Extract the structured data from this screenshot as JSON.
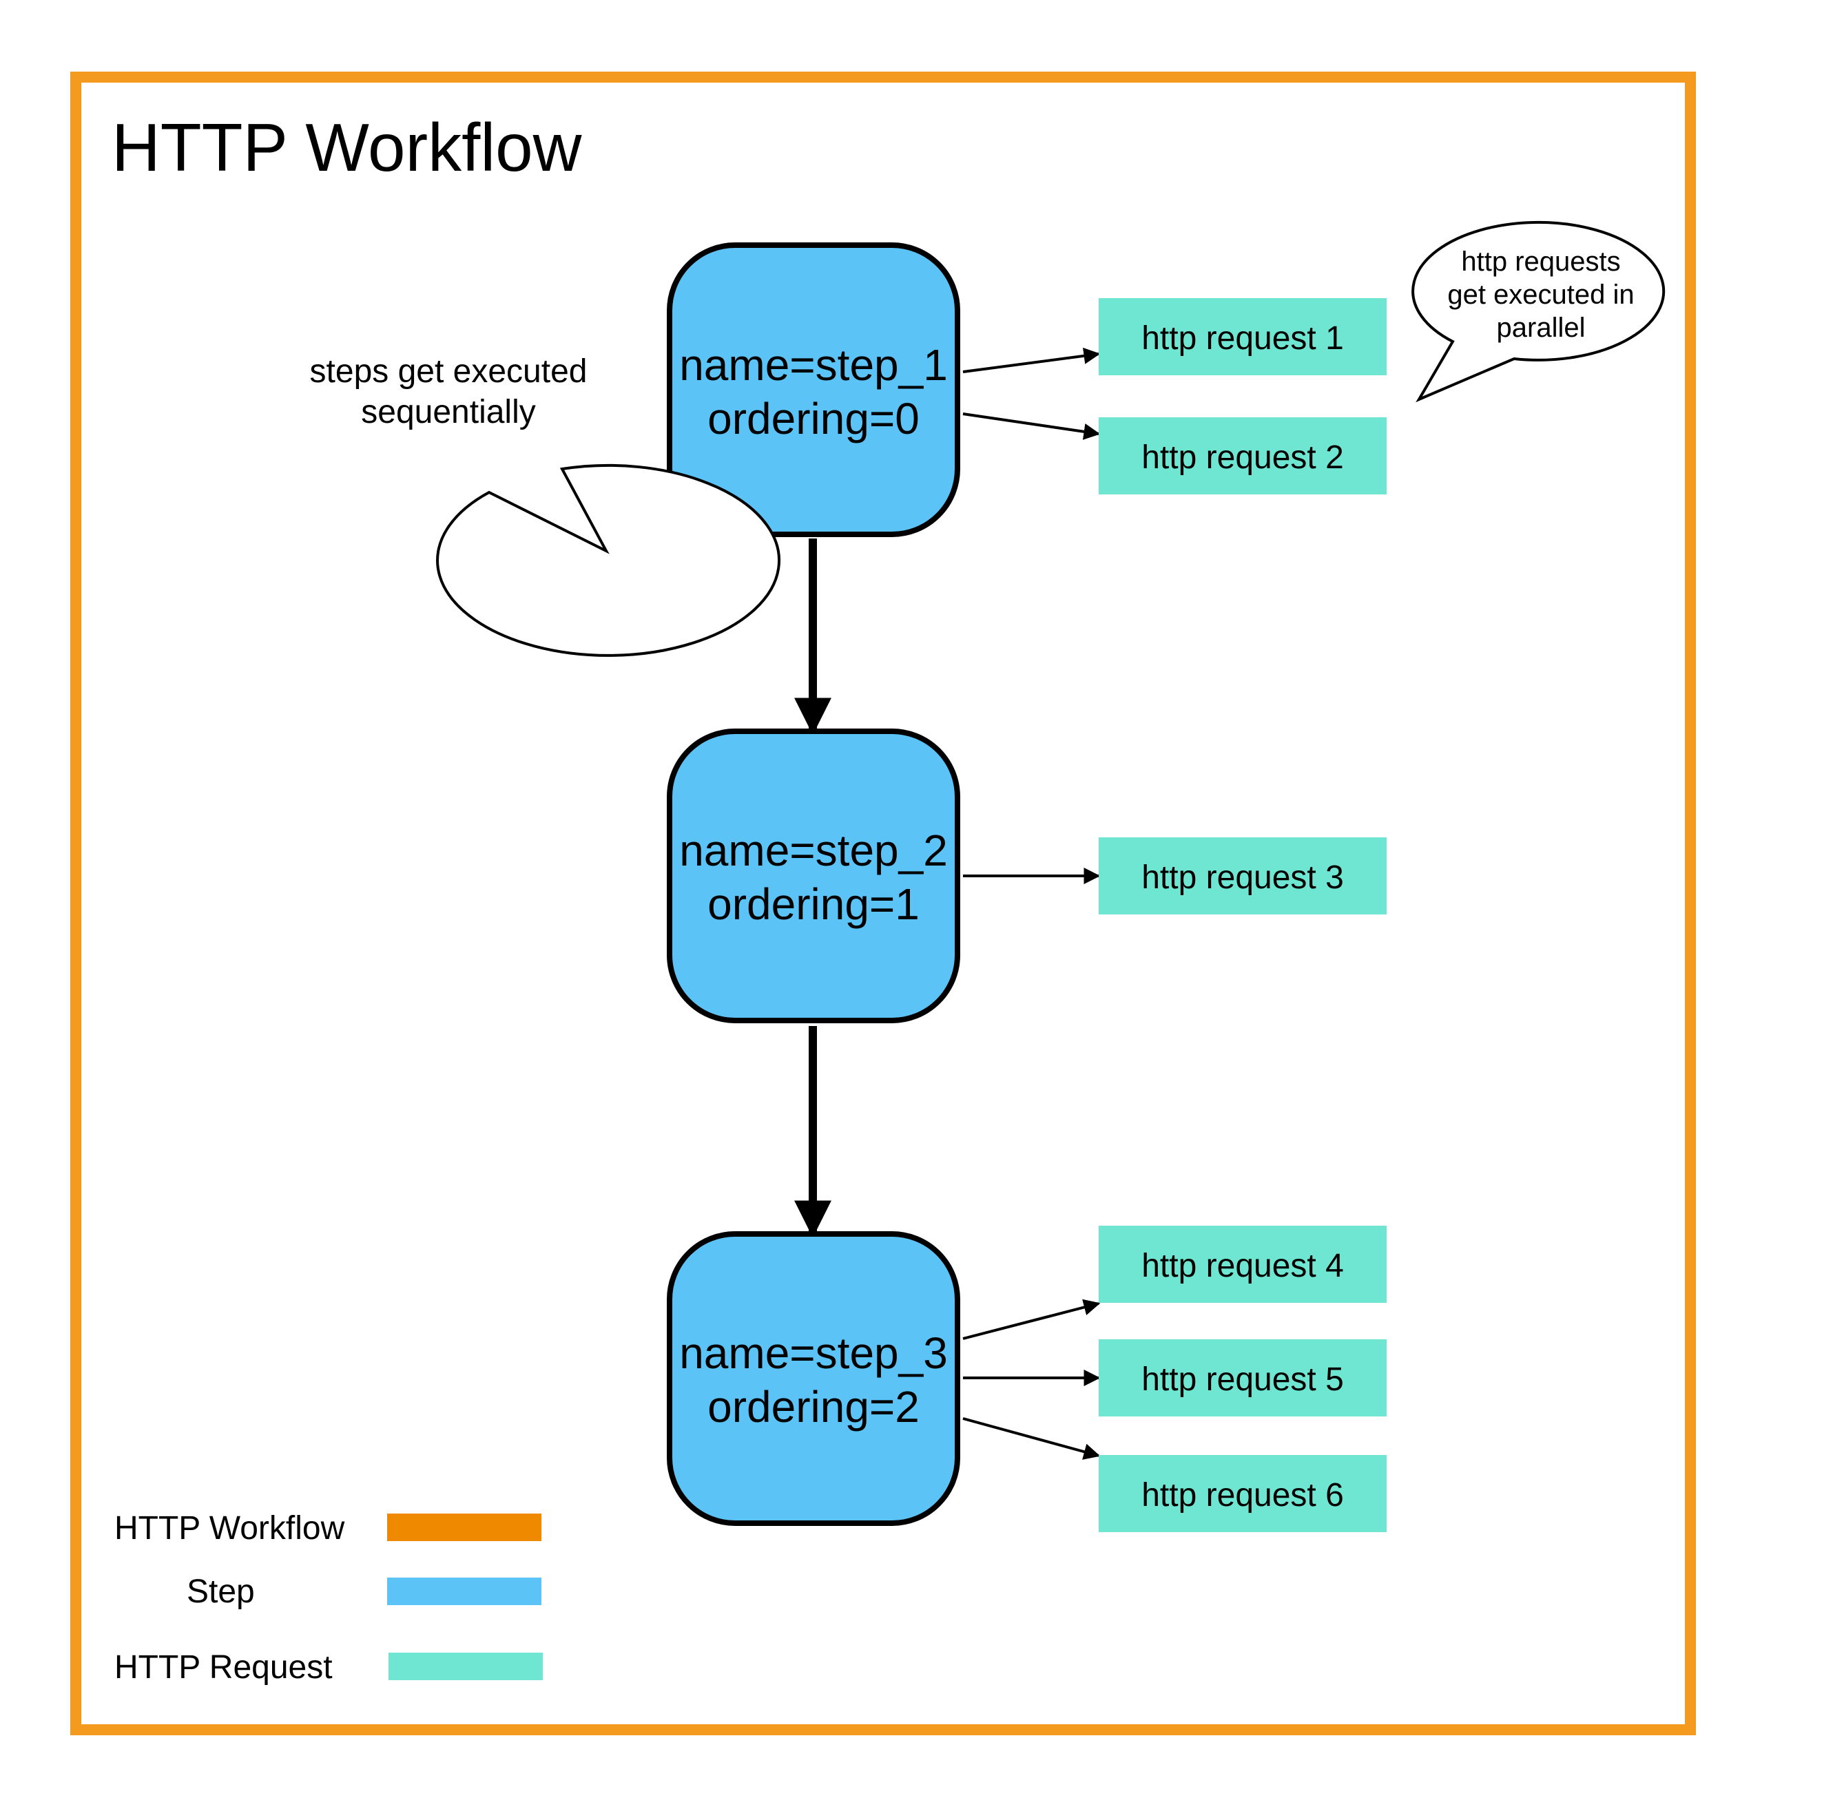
{
  "title": "HTTP Workflow",
  "colors": {
    "workflow": "#f39a1f",
    "step": "#5bc3f5",
    "http_request": "#6ee6d2"
  },
  "steps": [
    {
      "name_line": "name=step_1",
      "ordering_line": "ordering=0"
    },
    {
      "name_line": "name=step_2",
      "ordering_line": "ordering=1"
    },
    {
      "name_line": "name=step_3",
      "ordering_line": "ordering=2"
    }
  ],
  "requests": [
    "http request 1",
    "http request 2",
    "http request 3",
    "http request 4",
    "http request 5",
    "http request 6"
  ],
  "notes": {
    "sequential": [
      "steps get executed",
      "sequentially"
    ],
    "parallel": [
      "http requests",
      "get executed in",
      "parallel"
    ]
  },
  "legend": {
    "workflow_label": "HTTP Workflow",
    "step_label": "Step",
    "request_label": "HTTP Request"
  }
}
